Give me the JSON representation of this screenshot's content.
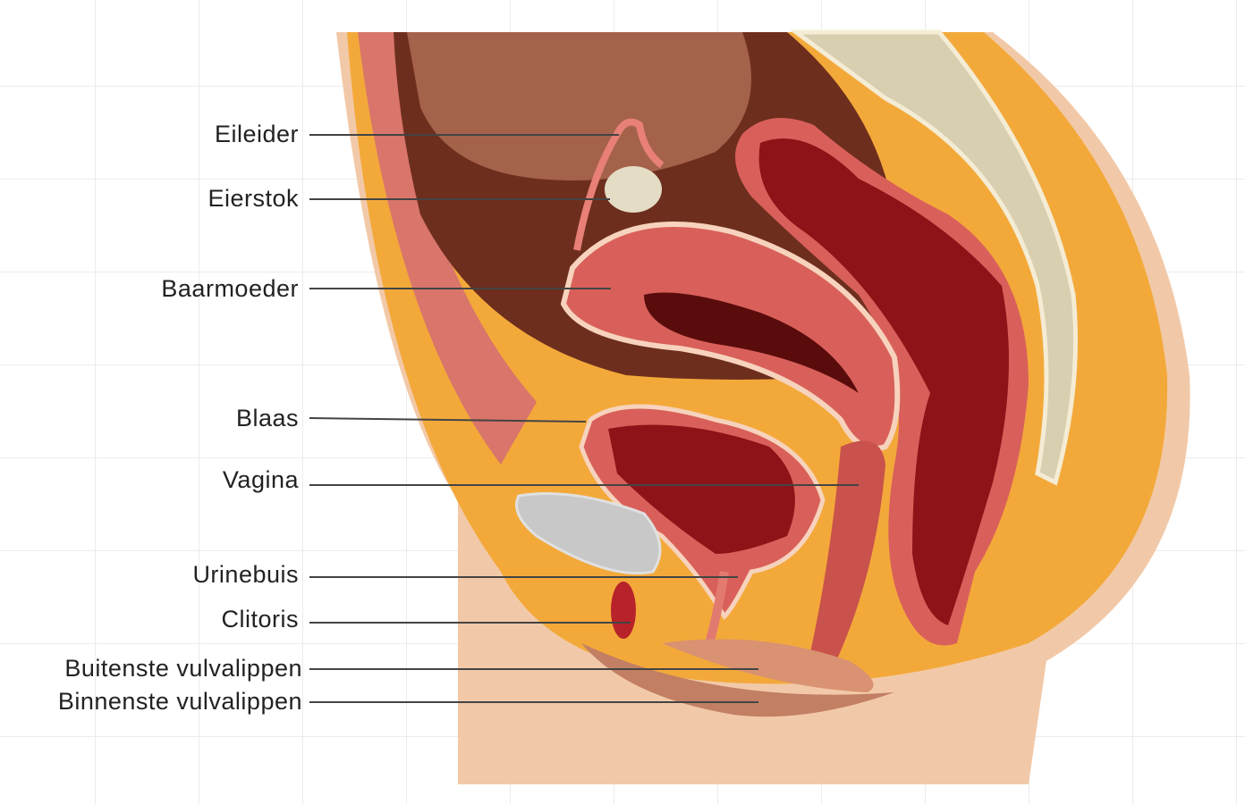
{
  "labels": [
    {
      "id": "eileider",
      "text": "Eileider"
    },
    {
      "id": "eierstok",
      "text": "Eierstok"
    },
    {
      "id": "baarmoeder",
      "text": "Baarmoeder"
    },
    {
      "id": "blaas",
      "text": "Blaas"
    },
    {
      "id": "vagina",
      "text": "Vagina"
    },
    {
      "id": "urinebuis",
      "text": "Urinebuis"
    },
    {
      "id": "clitoris",
      "text": "Clitoris"
    },
    {
      "id": "buitenste",
      "text": "Buitenste vulvalippen"
    },
    {
      "id": "binnenste",
      "text": "Binnenste vulvalippen"
    }
  ],
  "colors": {
    "skin": "#f2c9a8",
    "fat": "#f3a93a",
    "cavity": "#6e2e1e",
    "muscle": "#d9605a",
    "organ_dark": "#8c1418",
    "bone": "#d8cfb0",
    "line": "#444444"
  }
}
